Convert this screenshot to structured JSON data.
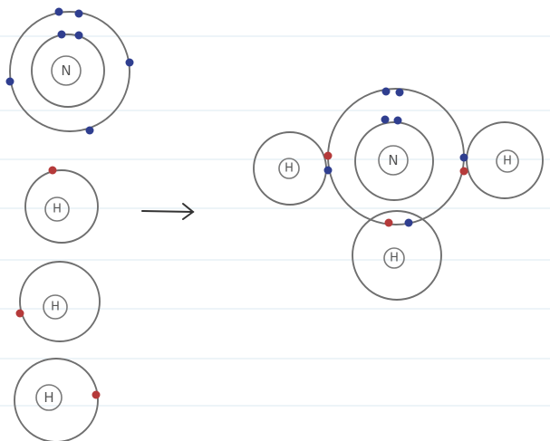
{
  "palette": {
    "paper": "#ffffff",
    "rule": "#dbe9f2",
    "shell": "#6f6f6f",
    "electron_nitrogen": "#2f3e8f",
    "electron_hydrogen": "#b53a3a"
  },
  "left": {
    "nitrogen": {
      "symbol": "N"
    },
    "hydrogens": [
      {
        "symbol": "H"
      },
      {
        "symbol": "H"
      },
      {
        "symbol": "H"
      }
    ]
  },
  "reaction_arrow": {
    "icon": "right-arrow-icon"
  },
  "right": {
    "nitrogen": {
      "symbol": "N"
    },
    "hydrogens": [
      {
        "symbol": "H"
      },
      {
        "symbol": "H"
      },
      {
        "symbol": "H"
      }
    ]
  }
}
